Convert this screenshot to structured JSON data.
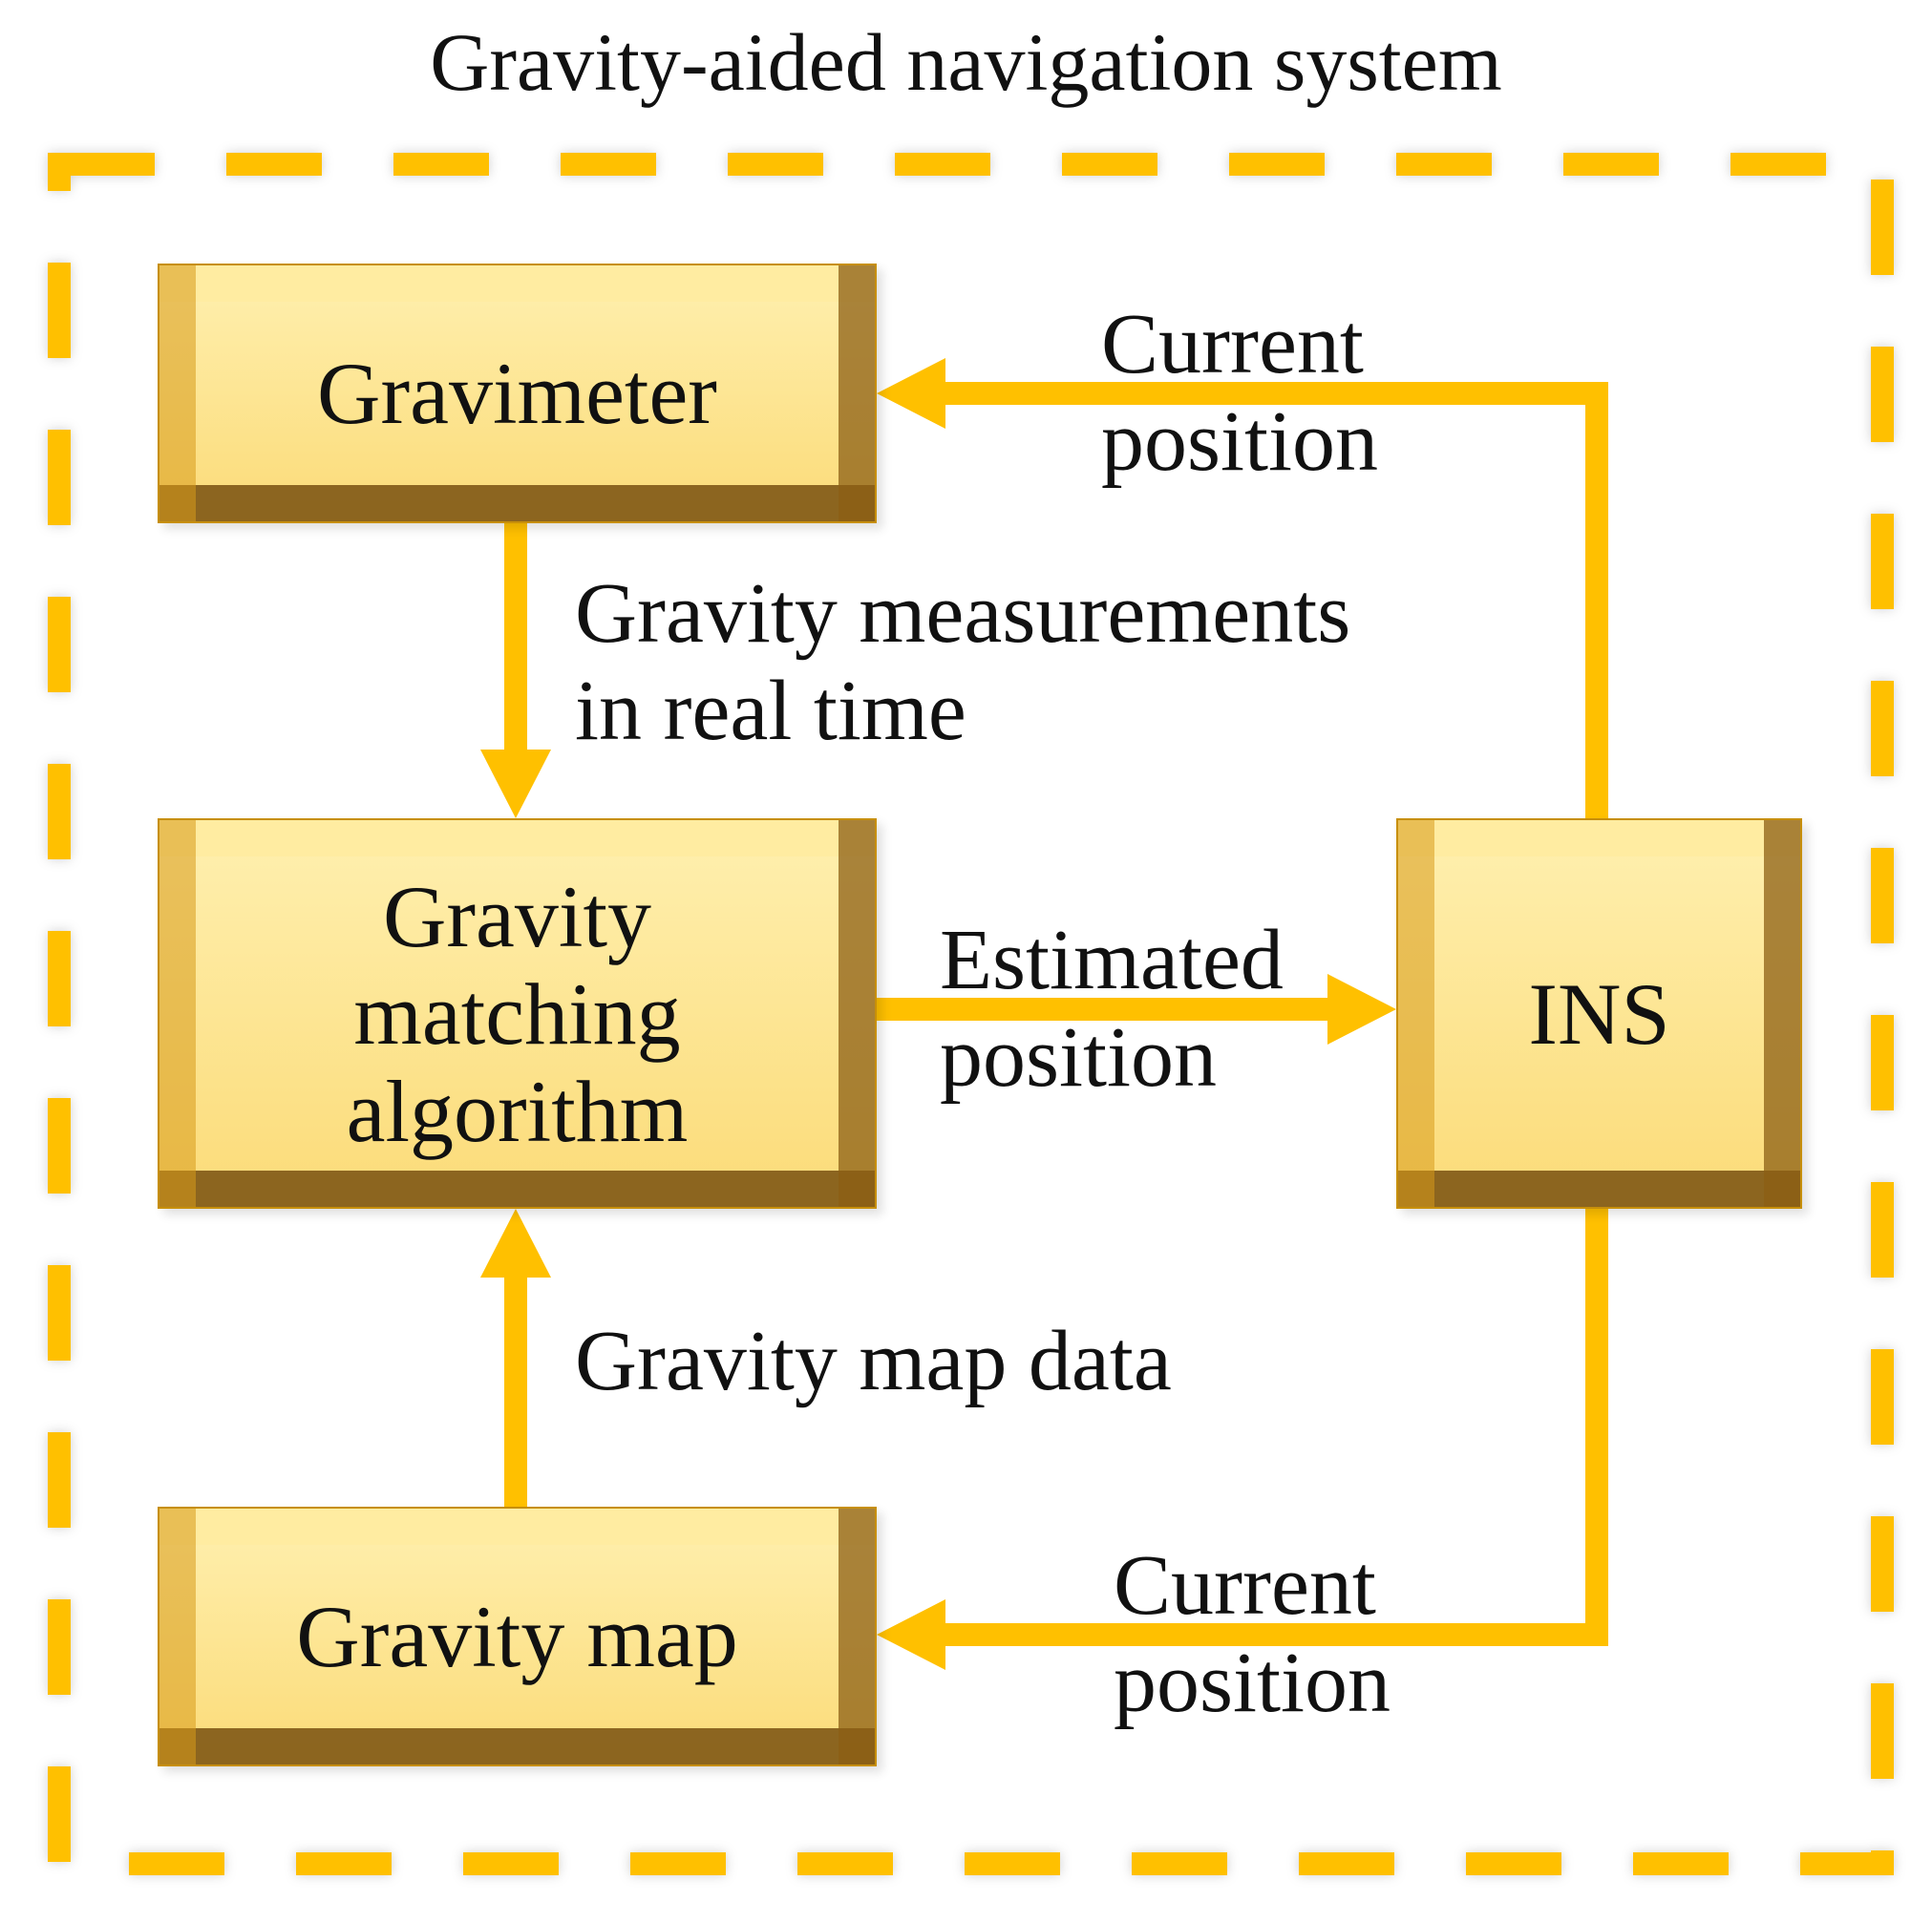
{
  "title": "Gravity-aided navigation system",
  "colors": {
    "accent": "#FFC000",
    "box_fill": "#FCE08A",
    "text": "#111111"
  },
  "nodes": {
    "gravimeter": "Gravimeter",
    "matching_algorithm": [
      "Gravity",
      "matching",
      "algorithm"
    ],
    "ins": "INS",
    "gravity_map": "Gravity map"
  },
  "edges": {
    "ins_to_gravimeter": [
      "Current",
      "position"
    ],
    "gravimeter_to_algorithm": [
      "Gravity measurements",
      "in real time"
    ],
    "algorithm_to_ins": [
      "Estimated",
      "position"
    ],
    "map_to_algorithm": "Gravity map data",
    "ins_to_map": [
      "Current",
      "position"
    ]
  }
}
